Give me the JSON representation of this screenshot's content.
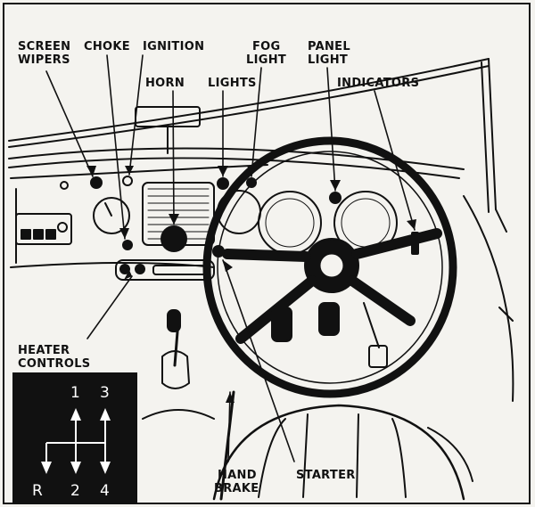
{
  "labels": {
    "screen_wipers": [
      "SCREEN",
      "WIPERS"
    ],
    "choke": "CHOKE",
    "ignition": "IGNITION",
    "horn": "HORN",
    "lights": "LIGHTS",
    "fog_light": [
      "FOG",
      "LIGHT"
    ],
    "panel_light": [
      "PANEL",
      "LIGHT"
    ],
    "indicators": "INDICATORS",
    "heater_controls": [
      "HEATER",
      "CONTROLS"
    ],
    "hand_brake": [
      "HAND",
      "BRAKE"
    ],
    "starter": "STARTER"
  },
  "gear_diagram": {
    "top": [
      "1",
      "3"
    ],
    "bottom": [
      "R",
      "2",
      "4"
    ],
    "background": "#111111",
    "text_color": "#ffffff"
  },
  "colors": {
    "ink": "#111111",
    "paper": "#f4f3ef"
  }
}
